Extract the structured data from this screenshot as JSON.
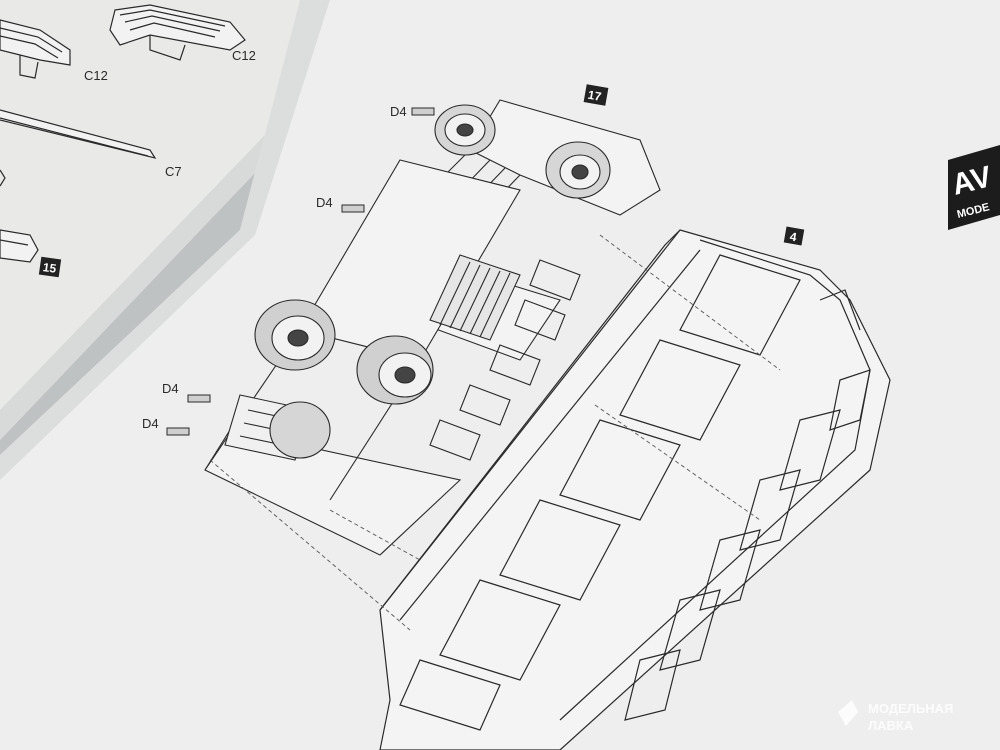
{
  "left_page": {
    "part_labels": [
      "C12",
      "C12",
      "C7"
    ],
    "step_number": "15"
  },
  "right_page": {
    "step_numbers": [
      "17",
      "4"
    ],
    "screw_labels": [
      "D4",
      "D4",
      "D4",
      "D4"
    ],
    "brand_logo_text": "AV",
    "brand_sub_text": "MODE"
  },
  "watermark": {
    "line1": "МОДЕЛЬНАЯ",
    "line2": "ЛАВКА"
  },
  "colors": {
    "paper": "#ececec",
    "line": "#2a2a2a",
    "shadow": "#b9bcbd"
  }
}
